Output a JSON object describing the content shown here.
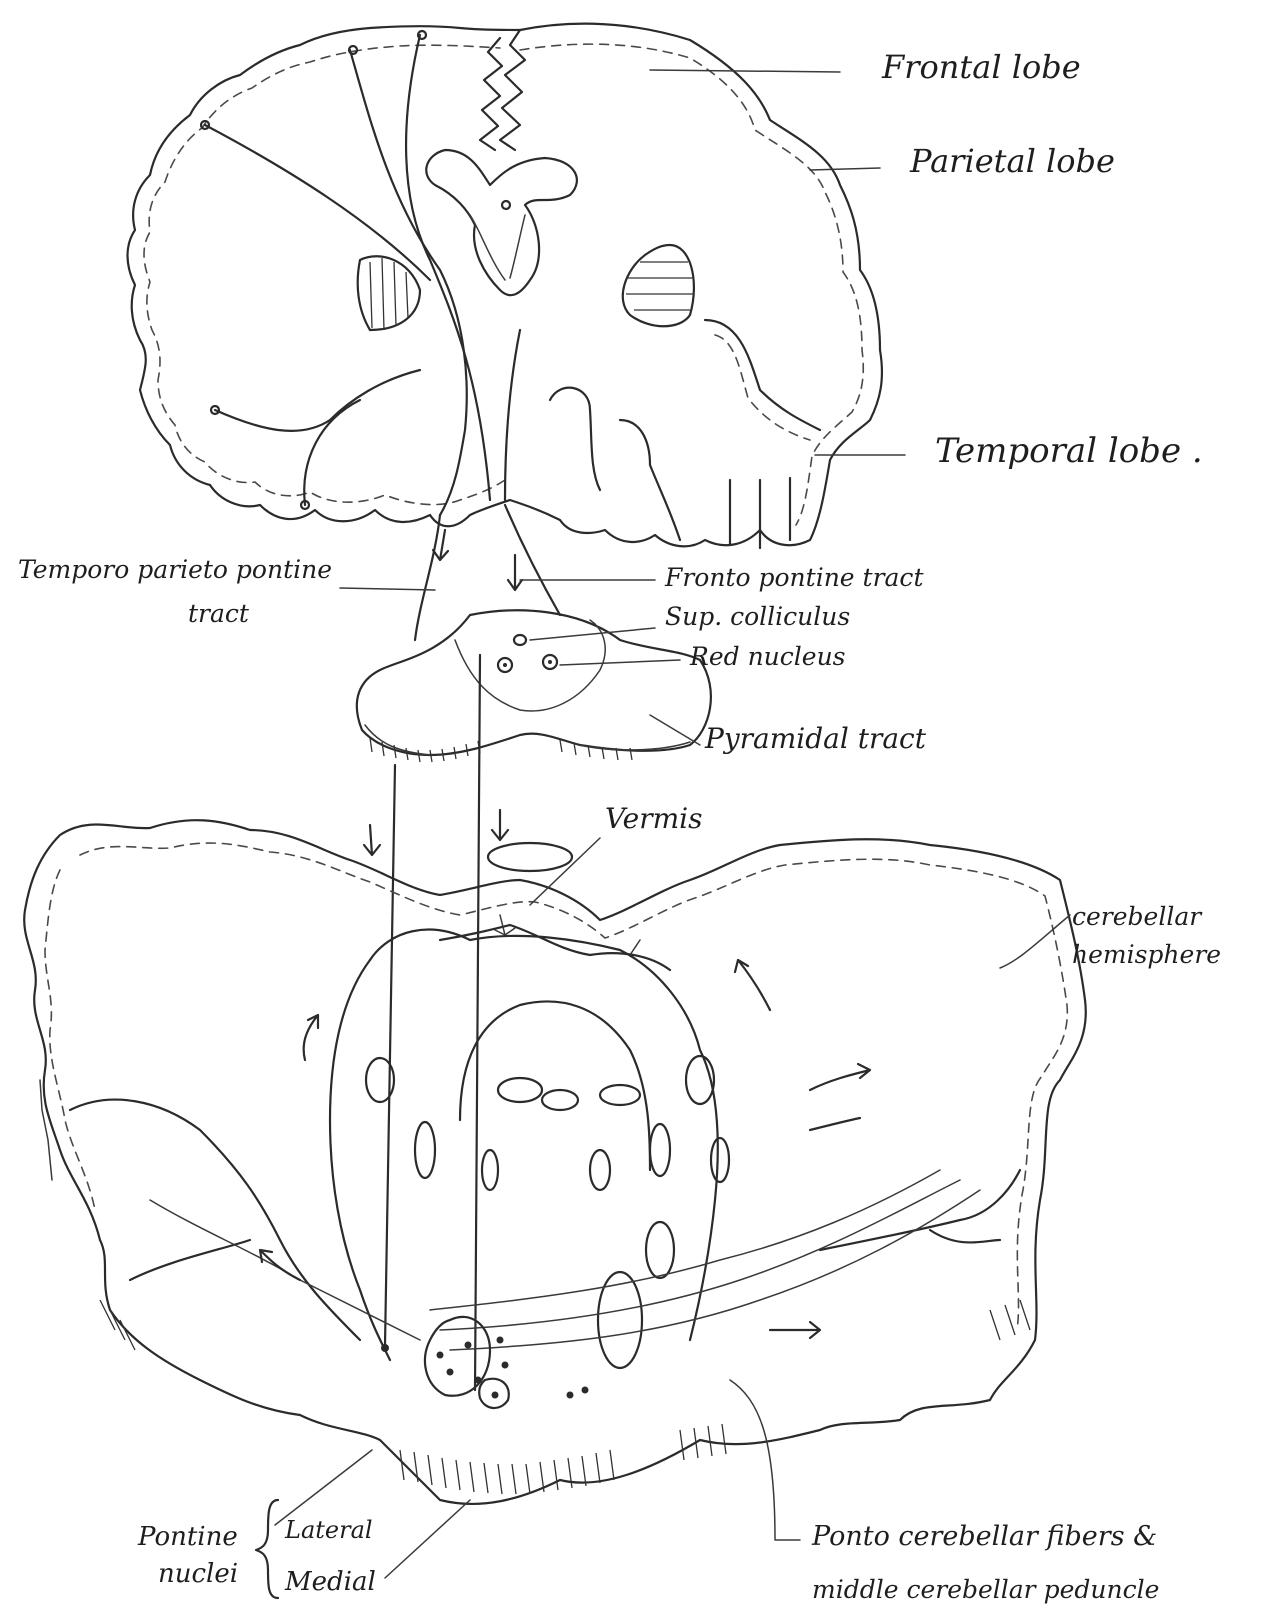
{
  "labels": {
    "frontal_lobe": "Frontal lobe",
    "parietal_lobe": "Parietal lobe",
    "temporal_lobe": "Temporal lobe .",
    "temporoparietopontine_1": "Temporo parieto pontine",
    "temporoparietopontine_2": "tract",
    "frontopontine": "Fronto pontine tract",
    "sup_colliculus": "Sup. colliculus",
    "red_nucleus": "Red nucleus",
    "pyramidal_tract": "Pyramidal tract",
    "vermis": "Vermis",
    "cerebellar_1": "cerebellar",
    "cerebellar_2": "hemisphere",
    "pontine_1": "Pontine",
    "pontine_2": "nuclei",
    "lateral": "Lateral",
    "medial": "Medial",
    "pontocerebellar_1": "Ponto cerebellar fibers &",
    "pontocerebellar_2": "middle cerebellar peduncle"
  },
  "colors": {
    "ink": "#2b2b2b",
    "background": "#ffffff"
  }
}
